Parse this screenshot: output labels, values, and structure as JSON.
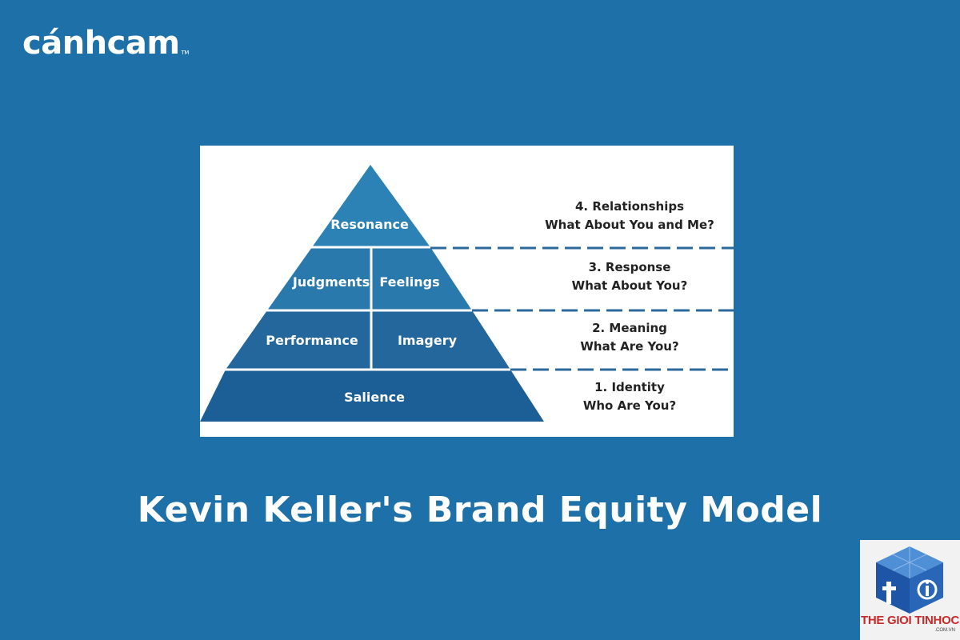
{
  "brand": {
    "logo_text": "cánhcam",
    "logo_tm": "TM"
  },
  "pyramid": {
    "tiers": {
      "resonance": "Resonance",
      "judgments": "Judgments",
      "feelings": "Feelings",
      "performance": "Performance",
      "imagery": "Imagery",
      "salience": "Salience"
    },
    "levels": [
      {
        "title": "4. Relationships",
        "question": "What About You and Me?"
      },
      {
        "title": "3. Response",
        "question": "What About You?"
      },
      {
        "title": "2. Meaning",
        "question": "What Are You?"
      },
      {
        "title": "1. Identity",
        "question": "Who Are You?"
      }
    ],
    "colors": {
      "resonance": "#2c82b4",
      "middle": "#2a79ad",
      "lower": "#23679d",
      "base": "#1c5f97",
      "dash": "#2c6a9e"
    }
  },
  "caption": "Kevin Keller's Brand Equity Model",
  "watermark": {
    "name": "THE GIOI TINHOC",
    "sub": ".COM.VN",
    "icon": "cube-logo-icon"
  }
}
